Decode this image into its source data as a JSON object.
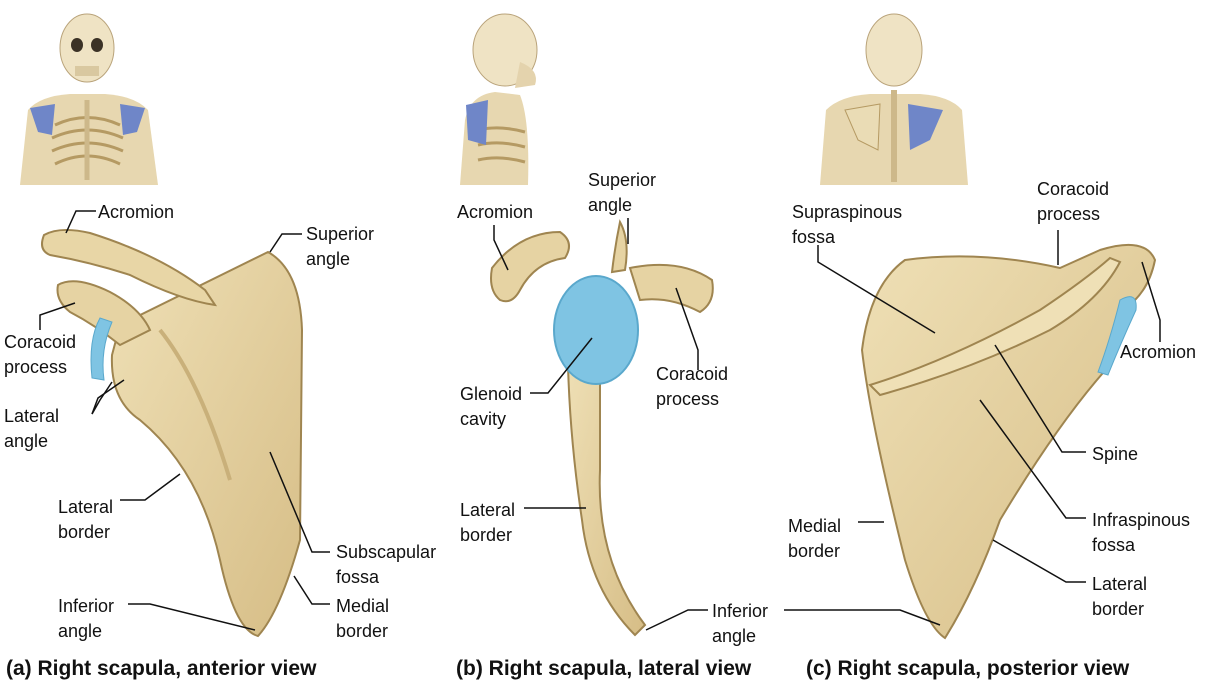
{
  "colors": {
    "bone": "#e6d3a3",
    "bone_shade": "#c9b07a",
    "bone_outline": "#9f8550",
    "cartilage": "#7fc4e3",
    "highlight_blue": "#6f86c8",
    "leader": "#111111"
  },
  "panels": [
    {
      "caption": "(a) Right scapula, anterior view",
      "labels": {
        "acromion": "Acromion",
        "superior_angle": "Superior\nangle",
        "coracoid_process": "Coracoid\nprocess",
        "lateral_angle": "Lateral\nangle",
        "lateral_border": "Lateral\nborder",
        "subscapular_fossa": "Subscapular\nfossa",
        "medial_border": "Medial\nborder",
        "inferior_angle": "Inferior\nangle"
      }
    },
    {
      "caption": "(b) Right scapula, lateral view",
      "labels": {
        "acromion": "Acromion",
        "superior_angle": "Superior\nangle",
        "glenoid_cavity": "Glenoid\ncavity",
        "coracoid_process": "Coracoid\nprocess",
        "lateral_border": "Lateral\nborder",
        "inferior_angle": "Inferior\nangle"
      }
    },
    {
      "caption": "(c) Right scapula, posterior view",
      "labels": {
        "supraspinous_fossa": "Supraspinous\nfossa",
        "coracoid_process": "Coracoid\nprocess",
        "acromion": "Acromion",
        "spine": "Spine",
        "infraspinous_fossa": "Infraspinous\nfossa",
        "medial_border": "Medial\nborder",
        "lateral_border": "Lateral\nborder"
      }
    }
  ]
}
